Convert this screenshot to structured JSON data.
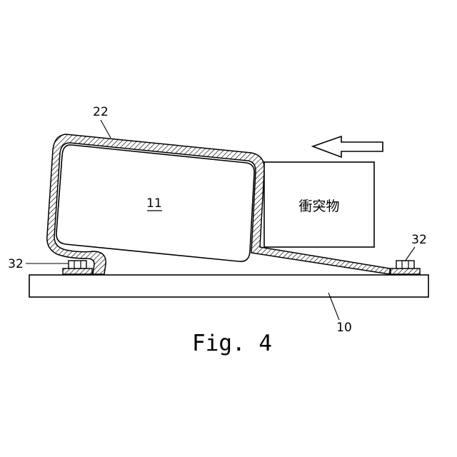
{
  "figure": {
    "caption": "Fig. 4",
    "labels": {
      "housing": "22",
      "battery": "11",
      "bolt_left": "32",
      "bolt_right": "32",
      "base": "10",
      "collision_object": "衝突物"
    },
    "icons": {
      "impact_direction": "left-arrow-icon"
    },
    "colors": {
      "line": "#000000",
      "background": "#ffffff"
    }
  }
}
